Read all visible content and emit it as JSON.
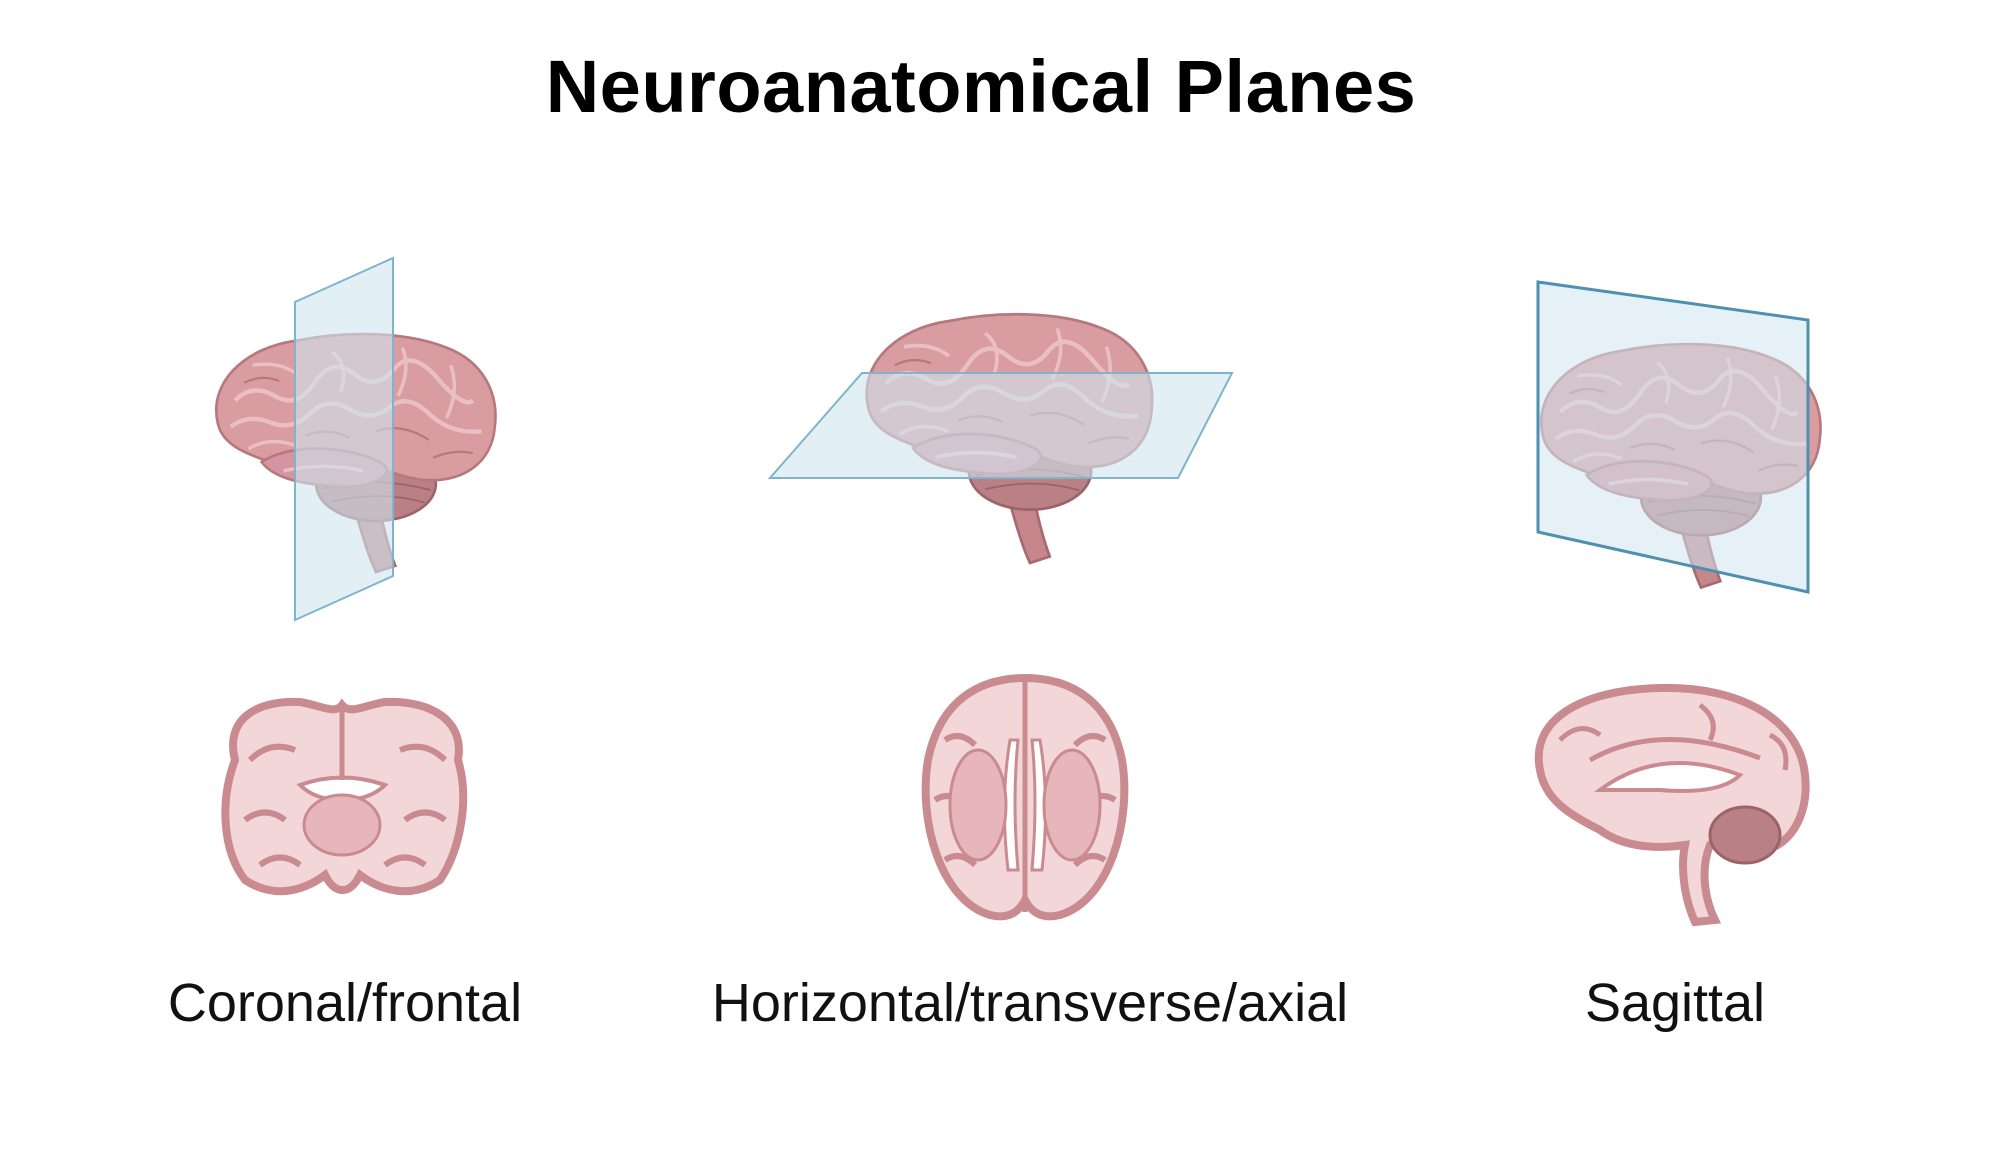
{
  "title": "Neuroanatomical Planes",
  "planes": [
    {
      "label": "Coronal/frontal"
    },
    {
      "label": "Horizontal/transverse/axial"
    },
    {
      "label": "Sagittal"
    }
  ],
  "colors": {
    "brain_fill": "#d99ca1",
    "brain_dark": "#b7787d",
    "brain_light": "#ecbfc2",
    "plane_fill": "#cfe6ef",
    "plane_stroke": "#7fb4cc",
    "cerebellum": "#b98185",
    "section_bg": "#f3d7d8"
  }
}
